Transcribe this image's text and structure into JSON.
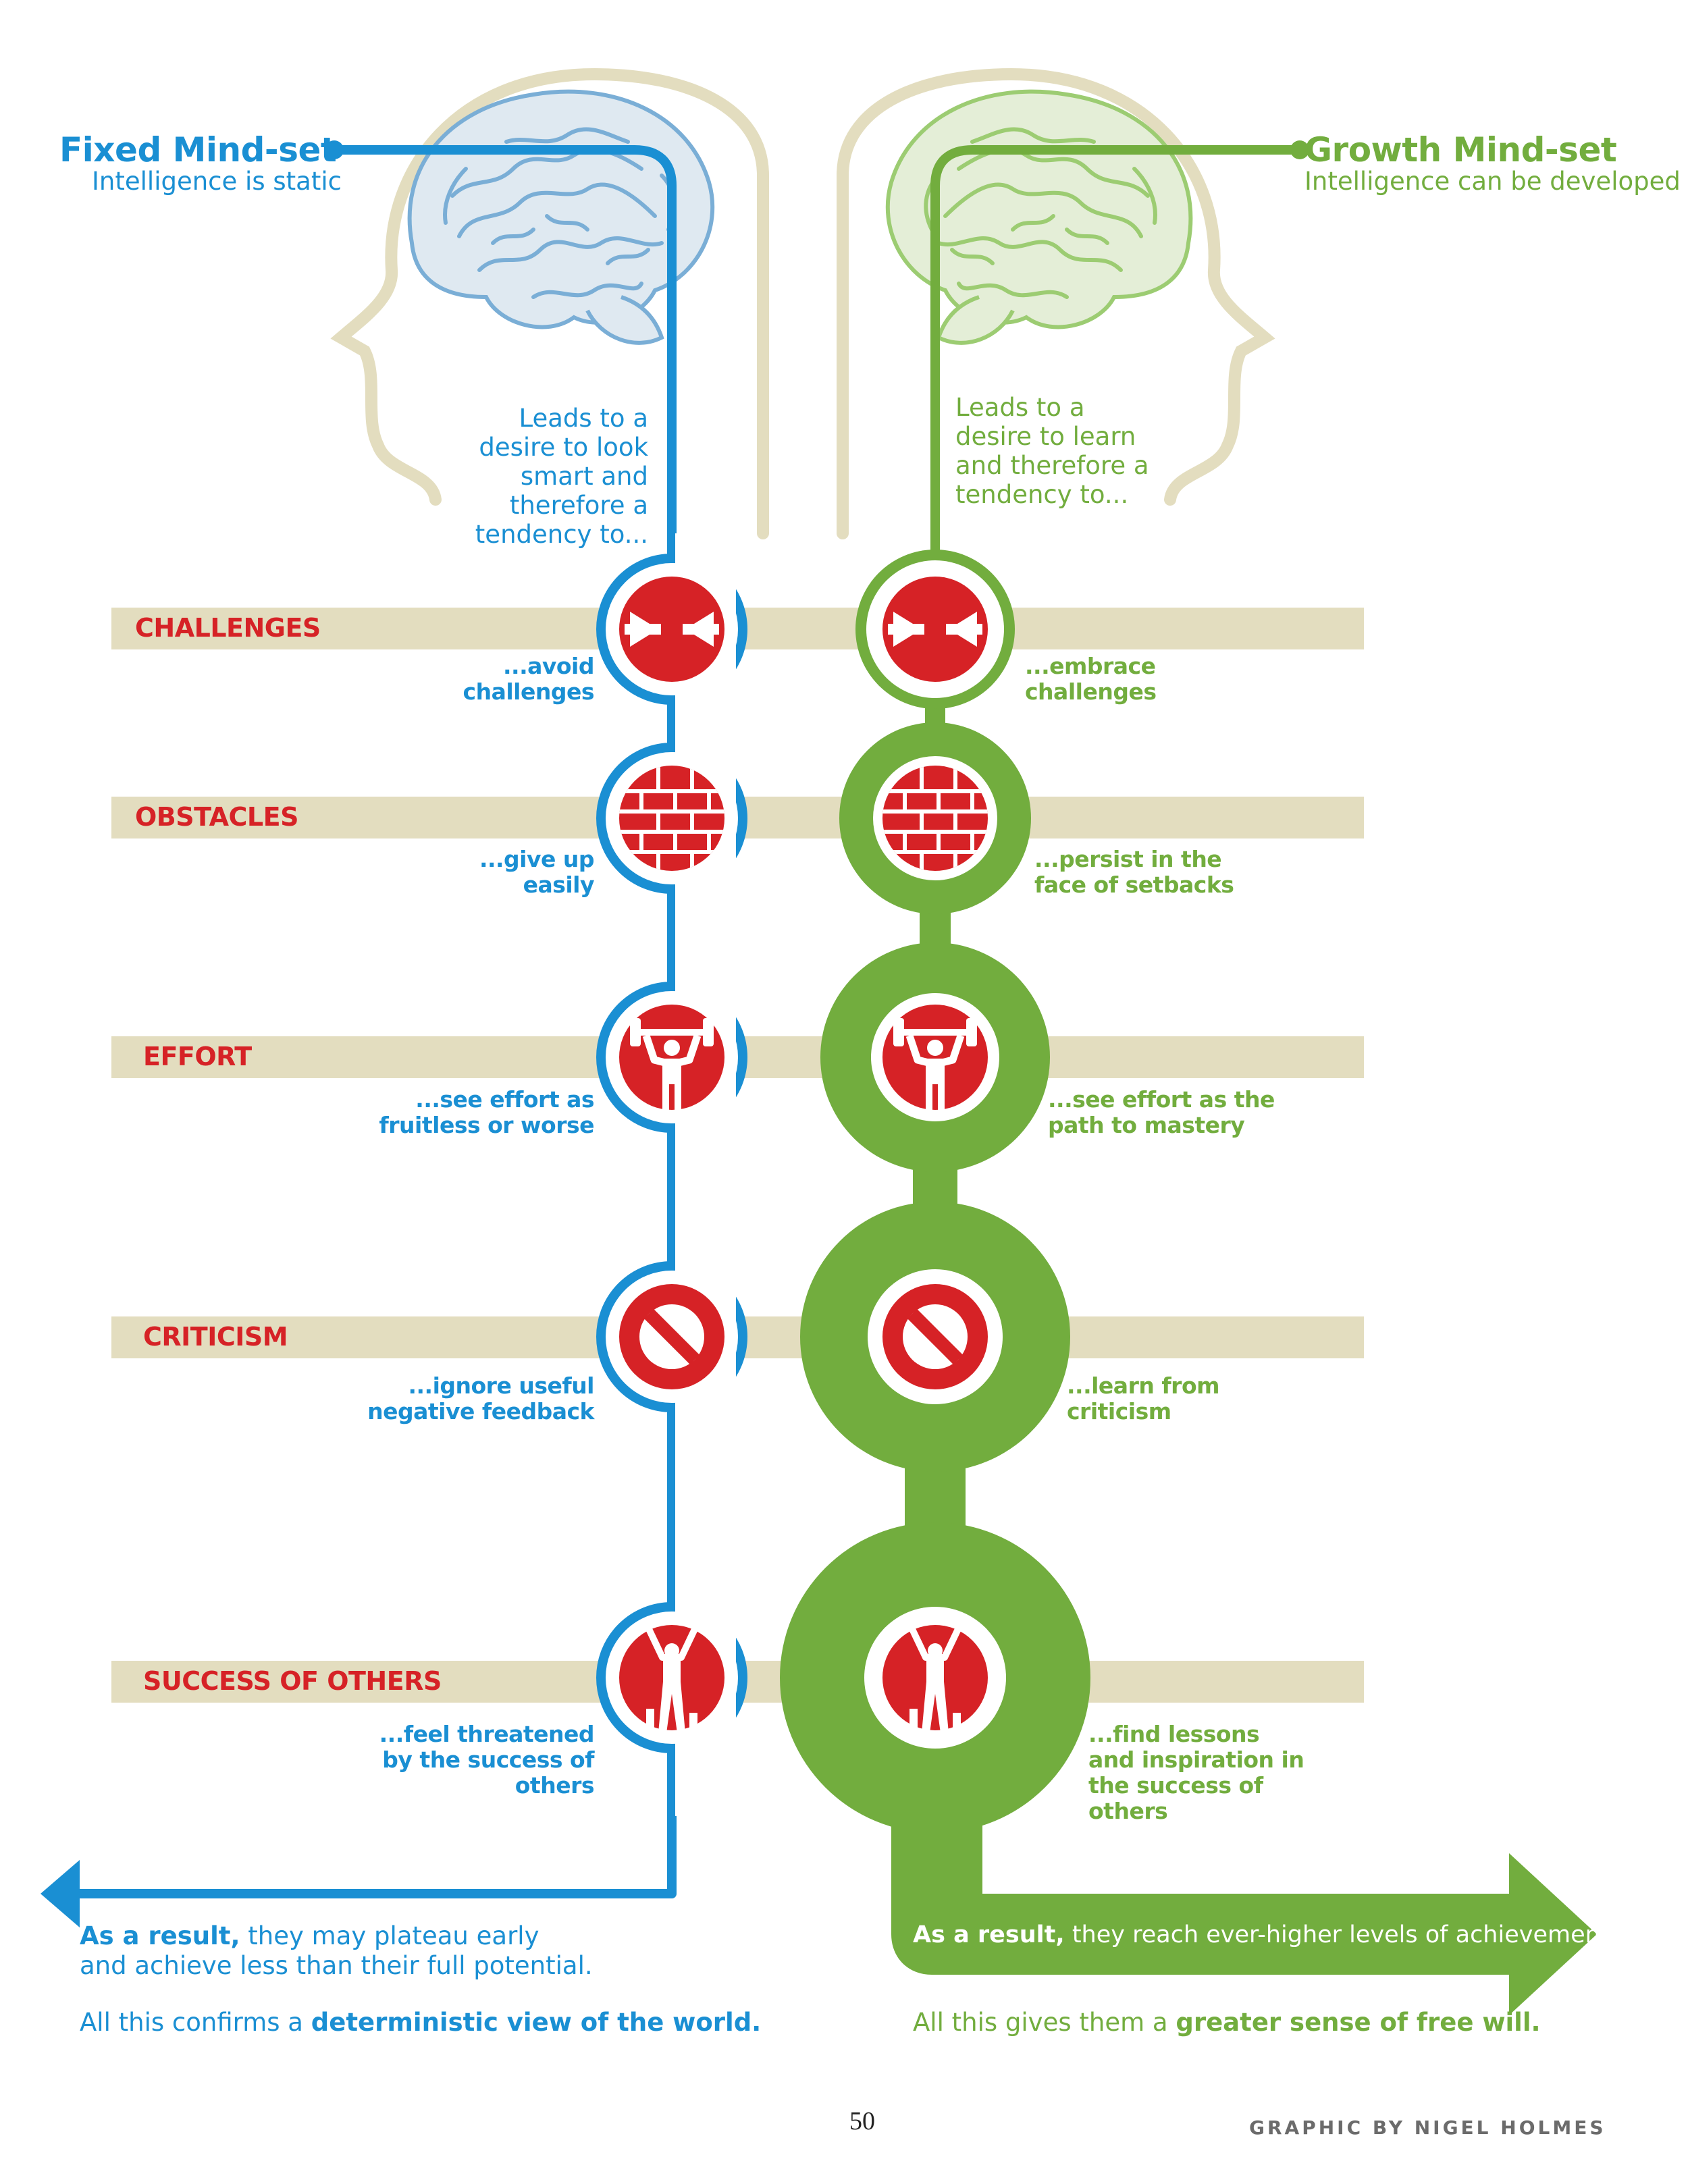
{
  "colors": {
    "fixed_blue": "#1a8fd3",
    "growth_green": "#72ad3e",
    "accent_red": "#d62226",
    "band_tan": "#e3ddbf"
  },
  "fixed": {
    "title": "Fixed Mind-set",
    "subtitle": "Intelligence is static",
    "intro": "Leads to a desire to look smart and therefore a tendency to...",
    "responses": {
      "challenges": "...avoid challenges",
      "obstacles": "...give up easily",
      "effort": "...see effort as fruitless or worse",
      "criticism": "...ignore useful negative feedback",
      "success": "...feel threatened by the success of others"
    },
    "result_bold": "As a result,",
    "result_rest": "they may plateau early and achieve less than their full potential.",
    "confirm_pre": "All this confirms a",
    "confirm_bold": "deterministic view of the world."
  },
  "growth": {
    "title": "Growth Mind-set",
    "subtitle": "Intelligence can be developed",
    "intro": "Leads to a desire to learn and therefore a tendency to...",
    "responses": {
      "challenges": "...embrace challenges",
      "obstacles": "...persist in the face of setbacks",
      "effort": "...see effort as the path to mastery",
      "criticism": "...learn from criticism",
      "success": "...find lessons and inspiration in the success of others"
    },
    "result_bold": "As a result,",
    "result_rest": "they reach ever-higher levels of achievement.",
    "gives_pre": "All this gives them a",
    "gives_bold": "greater sense of free will."
  },
  "categories": {
    "challenges": "CHALLENGES",
    "obstacles": "OBSTACLES",
    "effort": "EFFORT",
    "criticism": "CRITICISM",
    "success": "SUCCESS OF OTHERS"
  },
  "icons": {
    "challenges": "converging-arrows-icon",
    "obstacles": "brick-wall-icon",
    "effort": "weightlifter-icon",
    "criticism": "prohibited-icon",
    "success": "trophy-winner-icon"
  },
  "page_number": "50",
  "credit": "GRAPHIC BY NIGEL HOLMES"
}
